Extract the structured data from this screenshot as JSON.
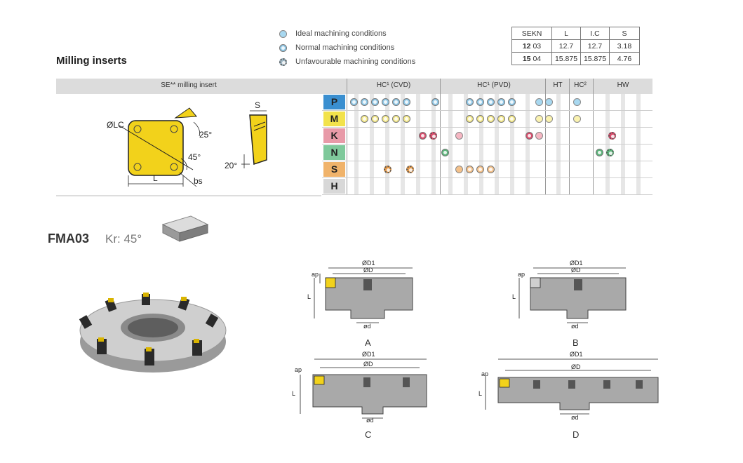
{
  "header": {
    "title": "Milling inserts"
  },
  "legend": {
    "items": [
      {
        "label": "Ideal machining conditions",
        "icon": "ideal-circle-icon"
      },
      {
        "label": "Normal machining conditions",
        "icon": "normal-circle-icon"
      },
      {
        "label": "Unfavourable machining conditions",
        "icon": "unfavourable-circle-icon"
      }
    ]
  },
  "sekn_table": {
    "headers": [
      "SEKN",
      "L",
      "I.C",
      "S"
    ],
    "rows": [
      {
        "code_a": "12",
        "code_b": "03",
        "l": "12.7",
        "ic": "12.7",
        "s": "3.18"
      },
      {
        "code_a": "15",
        "code_b": "04",
        "l": "15.875",
        "ic": "15.875",
        "s": "4.76"
      }
    ]
  },
  "insert_section": {
    "band_label": "SE** milling insert",
    "headers": {
      "cvd": "HC¹ (CVD)",
      "pvd": "HC¹ (PVD)",
      "ht": "HT",
      "hc2": "HC²",
      "hw": "HW"
    },
    "drawing_labels": {
      "dia": "ØLC",
      "angle25": "25°",
      "angle45": "45°",
      "length": "L",
      "bs": "bs",
      "s": "S",
      "angle20": "20°"
    }
  },
  "materials": [
    {
      "code": "P",
      "color": "#3a8fd0"
    },
    {
      "code": "M",
      "color": "#f2e24b"
    },
    {
      "code": "K",
      "color": "#e89aa8"
    },
    {
      "code": "N",
      "color": "#7fc99b"
    },
    {
      "code": "S",
      "color": "#f0b36b"
    },
    {
      "code": "H",
      "color": "#d8d8d8"
    }
  ],
  "fma": {
    "code": "FMA03",
    "kr": "Kr: 45°"
  },
  "cutters": [
    {
      "label": "A",
      "d1": "ØD1",
      "d": "ØD",
      "ap": "ap",
      "l": "L",
      "bore": "ød"
    },
    {
      "label": "B",
      "d1": "ØD1",
      "d": "ØD",
      "ap": "ap",
      "l": "L",
      "bore": "ød"
    },
    {
      "label": "C",
      "d1": "ØD1",
      "d": "ØD",
      "ap": "ap",
      "l": "L",
      "bore": "ød"
    },
    {
      "label": "D",
      "d1": "ØD1",
      "d": "ØD",
      "ap": "ap",
      "l": "L",
      "bore": "ød"
    }
  ],
  "colors": {
    "ideal": "#a8d8f0",
    "normal_p": "#8fc7e6",
    "normal_m": "#f4e98a",
    "k_unfav": "#d94b6b",
    "k_ideal": "#f6b7c3",
    "n_unfav": "#5bb57a",
    "s_fill": "#f4c18a",
    "insert_yellow": "#f2d21b",
    "cutter_gray": "#a9a9a9"
  }
}
